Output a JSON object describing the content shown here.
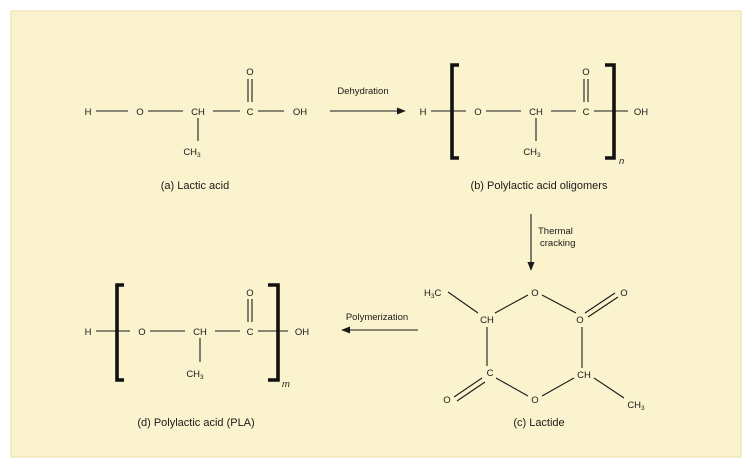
{
  "colors": {
    "background": "#fbf3cd",
    "border": "#e8dcaa",
    "ink": "#1a1a1a"
  },
  "arrows": {
    "dehydration": "Dehydration",
    "thermal_1": "Thermal",
    "thermal_2": "cracking",
    "polymerization": "Polymerization"
  },
  "lactic_acid": {
    "h": "H",
    "o": "O",
    "ch": "CH",
    "c": "C",
    "oh": "OH",
    "carbonyl_o": "O",
    "methyl": "CH",
    "methyl_sub": "3",
    "caption": "(a) Lactic acid"
  },
  "oligomers": {
    "h": "H",
    "o": "O",
    "ch": "CH",
    "c": "C",
    "oh": "OH",
    "carbonyl_o": "O",
    "methyl": "CH",
    "methyl_sub": "3",
    "repeat": "n",
    "caption": "(b) Polylactic acid oligomers"
  },
  "lactide": {
    "methyl_left": "H",
    "methyl_left_sub": "3",
    "methyl_left_c": "C",
    "ch_top": "CH",
    "o_top": "O",
    "o_right": "O",
    "o_exo_top": "O",
    "c_bottom": "C",
    "o_bottom": "O",
    "ch_bottom": "CH",
    "o_exo_bottom": "O",
    "methyl_right": "CH",
    "methyl_right_sub": "3",
    "caption": "(c) Lactide"
  },
  "pla": {
    "h": "H",
    "o": "O",
    "ch": "CH",
    "c": "C",
    "oh": "OH",
    "carbonyl_o": "O",
    "methyl": "CH",
    "methyl_sub": "3",
    "repeat": "m",
    "caption": "(d) Polylactic acid (PLA)"
  }
}
